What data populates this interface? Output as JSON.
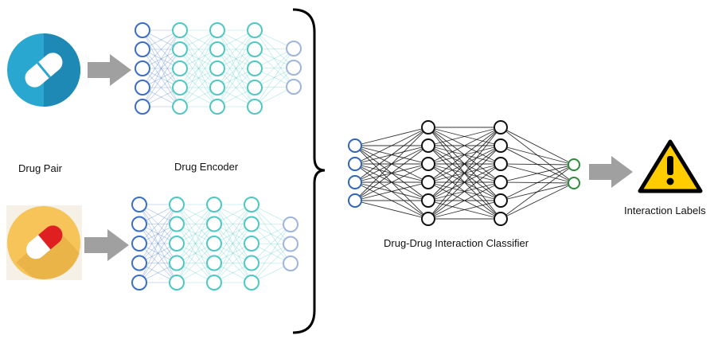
{
  "labels": {
    "drug_pair": "Drug Pair",
    "drug_encoder": "Drug Encoder",
    "classifier": "Drug-Drug Interaction Classifier",
    "output": "Interaction Labels"
  },
  "colors": {
    "encoder_input": "#3a6fc7",
    "encoder_hidden": "#4fc7c4",
    "encoder_output": "#9fb4e0",
    "classifier_input": "#2f67b8",
    "classifier_hidden": "#111111",
    "classifier_output": "#2e8b3a",
    "arrow": "#a0a0a0",
    "pill_top_bg": "#2aa7d1",
    "pill_bottom_bg": "#f7c45a",
    "pill_bottom_red": "#e02020",
    "warning_fill": "#ffcc00"
  },
  "icons": {
    "pill_top": "pill-icon",
    "pill_bottom": "pill-icon",
    "warning": "warning-icon"
  }
}
